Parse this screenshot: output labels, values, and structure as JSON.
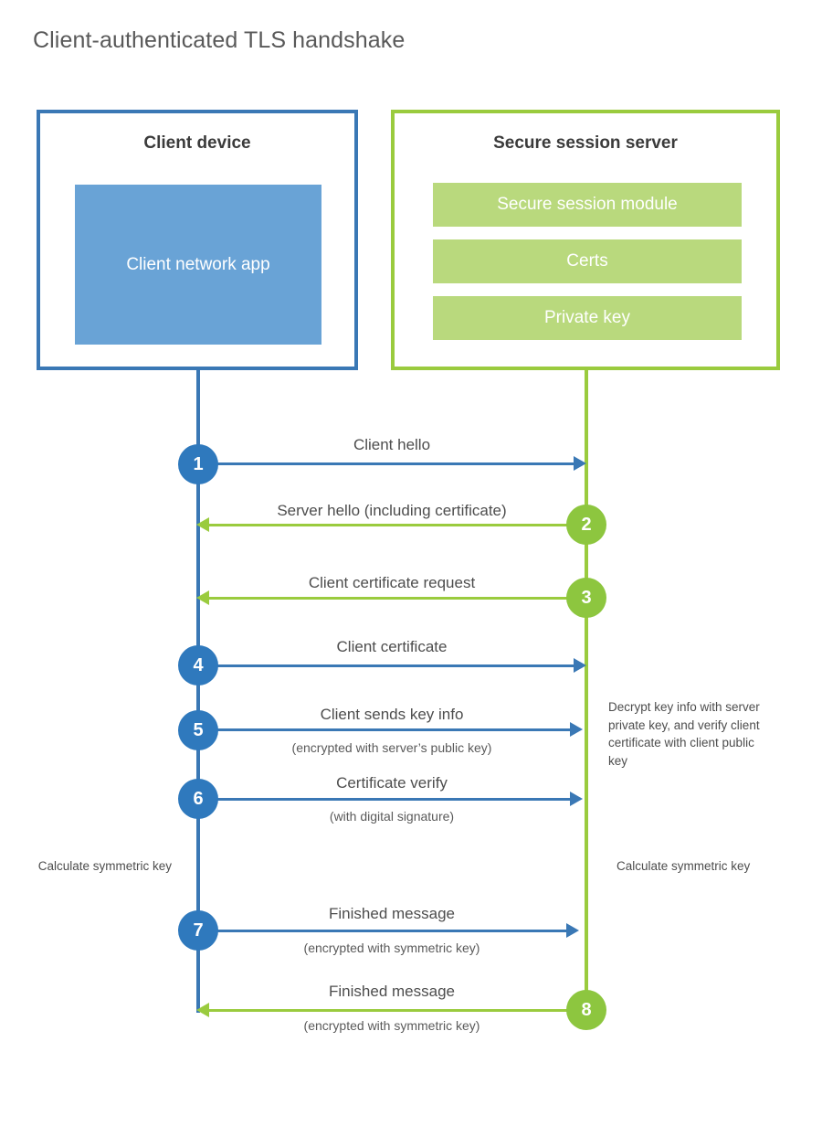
{
  "title": "Client-authenticated TLS handshake",
  "colors": {
    "blue_stroke": "#3a78b5",
    "blue_circle": "#2f79bd",
    "blue_fill": "#69a3d6",
    "green_stroke": "#9acb3e",
    "green_circle": "#8dc63f",
    "green_fill": "#b9d97d",
    "title_text": "#595959"
  },
  "client": {
    "title": "Client device",
    "app_label": "Client network app"
  },
  "server": {
    "title": "Secure session server",
    "components": [
      "Secure session module",
      "Certs",
      "Private key"
    ]
  },
  "steps": [
    {
      "number": "1",
      "label": "Client hello",
      "sub": "",
      "direction": "client-to-server",
      "color": "blue"
    },
    {
      "number": "2",
      "label": "Server hello (including certificate)",
      "sub": "",
      "direction": "server-to-client",
      "color": "green"
    },
    {
      "number": "3",
      "label": "Client certificate request",
      "sub": "",
      "direction": "server-to-client",
      "color": "green"
    },
    {
      "number": "4",
      "label": "Client certificate",
      "sub": "",
      "direction": "client-to-server",
      "color": "blue"
    },
    {
      "number": "5",
      "label": "Client sends key info",
      "sub": "(encrypted with server’s public key)",
      "direction": "client-to-server",
      "color": "blue"
    },
    {
      "number": "6",
      "label": "Certificate verify",
      "sub": "(with digital signature)",
      "direction": "client-to-server",
      "color": "blue"
    },
    {
      "number": "7",
      "label": "Finished message",
      "sub": "(encrypted with symmetric key)",
      "direction": "client-to-server",
      "color": "blue"
    },
    {
      "number": "8",
      "label": "Finished message",
      "sub": "(encrypted with symmetric key)",
      "direction": "server-to-client",
      "color": "green"
    }
  ],
  "notes": {
    "server_decrypt": "Decrypt key info with server private key, and verify client certificate with client public key",
    "client_calculate": "Calculate symmetric key",
    "server_calculate": "Calculate symmetric key"
  }
}
